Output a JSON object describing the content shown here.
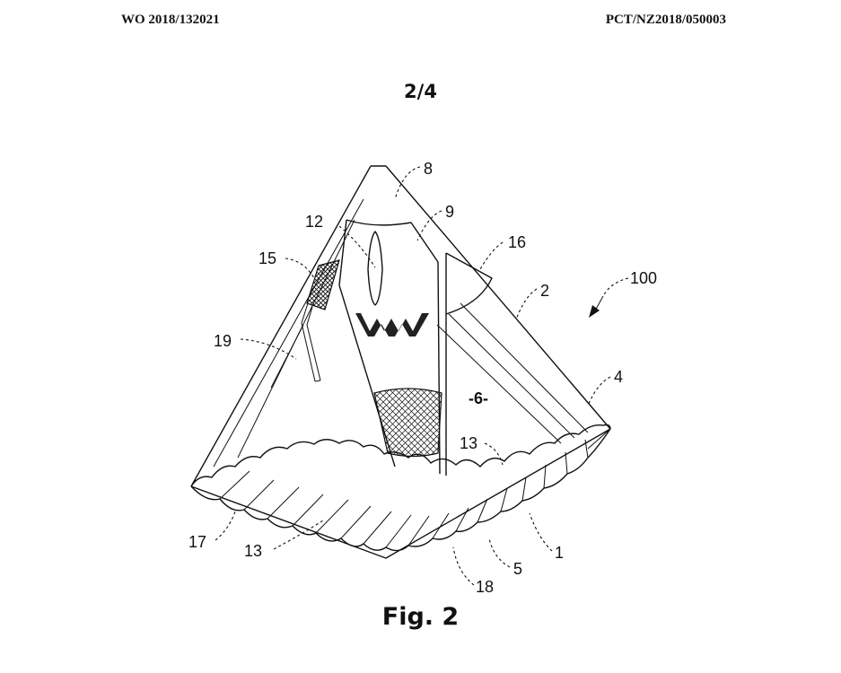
{
  "header": {
    "publication_number": "WO 2018/132021",
    "application_number": "PCT/NZ2018/050003"
  },
  "sheet_number": "2/4",
  "figure_caption": "Fig. 2",
  "reference_labels": [
    "8",
    "9",
    "12",
    "16",
    "15",
    "2",
    "100",
    "19",
    "4",
    "-6-",
    "13",
    "13",
    "17",
    "1",
    "5",
    "18"
  ]
}
